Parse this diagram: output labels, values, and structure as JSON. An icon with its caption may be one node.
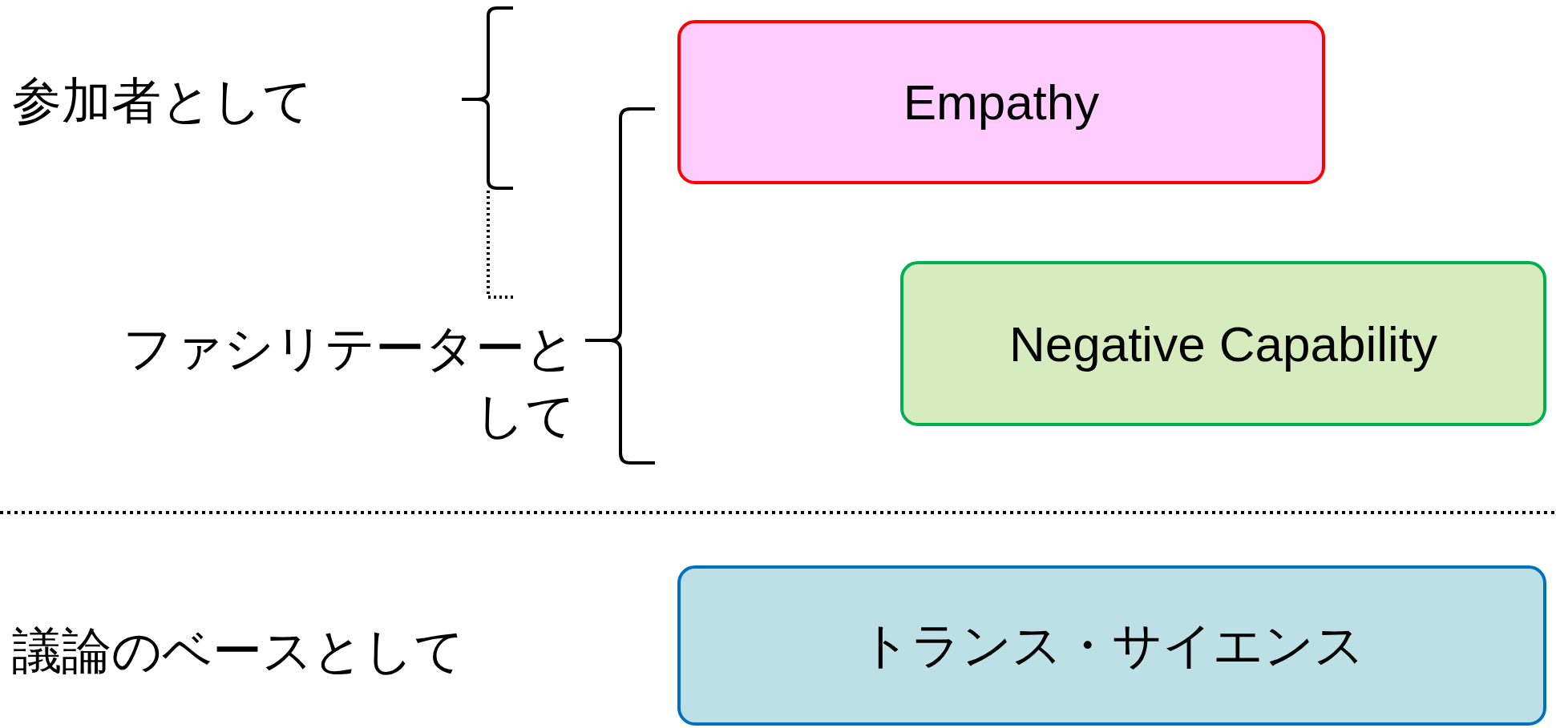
{
  "diagram": {
    "nodes": [
      {
        "text": [
          "Empathy"
        ]
      },
      {
        "text": [
          "Negative Capability"
        ]
      },
      {
        "text": [
          "トランス・サイエンス"
        ]
      }
    ],
    "labels": [
      "参加者として",
      "ファシリテーターとして",
      "議論のベースとして"
    ]
  }
}
